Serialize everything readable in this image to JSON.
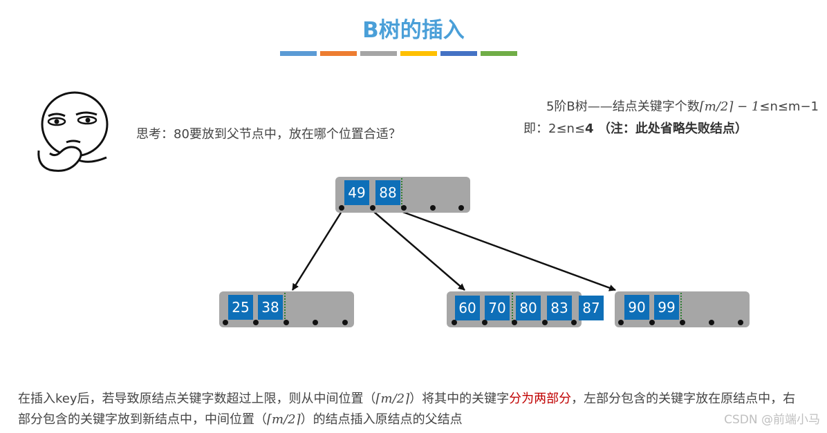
{
  "title": "B树的插入",
  "accent_bars": [
    "#5b9bd5",
    "#ed7d31",
    "#a5a5a5",
    "#ffc000",
    "#4472c4",
    "#70ad47"
  ],
  "think_text": "思考：80要放到父节点中，放在哪个位置合适？",
  "rule": {
    "line1_prefix": "5阶B树——结点关键字个数",
    "line1_math": "⌈m/2⌉ − 1",
    "line1_suffix": "≤n≤m−1",
    "line2_prefix": "即：2≤n≤",
    "line2_bold": "4  （注：此处省略失败结点）"
  },
  "tree": {
    "root_keys": [
      "49",
      "88"
    ],
    "left_keys": [
      "25",
      "38"
    ],
    "middle_keys": [
      "60",
      "70",
      "80",
      "83"
    ],
    "overflow_key": "87",
    "right_keys": [
      "90",
      "99"
    ]
  },
  "paragraph": {
    "part1": "在插入key后，若导致原结点关键字数超过上限，则从中间位置（",
    "math1": "⌈m/2⌉",
    "part2": "）将其中的关键字",
    "red": "分为两部分",
    "part3": "，左部分包含的关键字放在原结点中，右部分包含的关键字放到新结点中，中间位置（",
    "math2": "⌈m/2⌉",
    "part4": "）的结点插入原结点的父结点"
  },
  "watermark": "CSDN @前端小马",
  "colors": {
    "key_fill": "#0e6fb8",
    "node_fill": "#a6a6a6",
    "title": "#4a9fd8",
    "emphasis": "#c00000"
  }
}
